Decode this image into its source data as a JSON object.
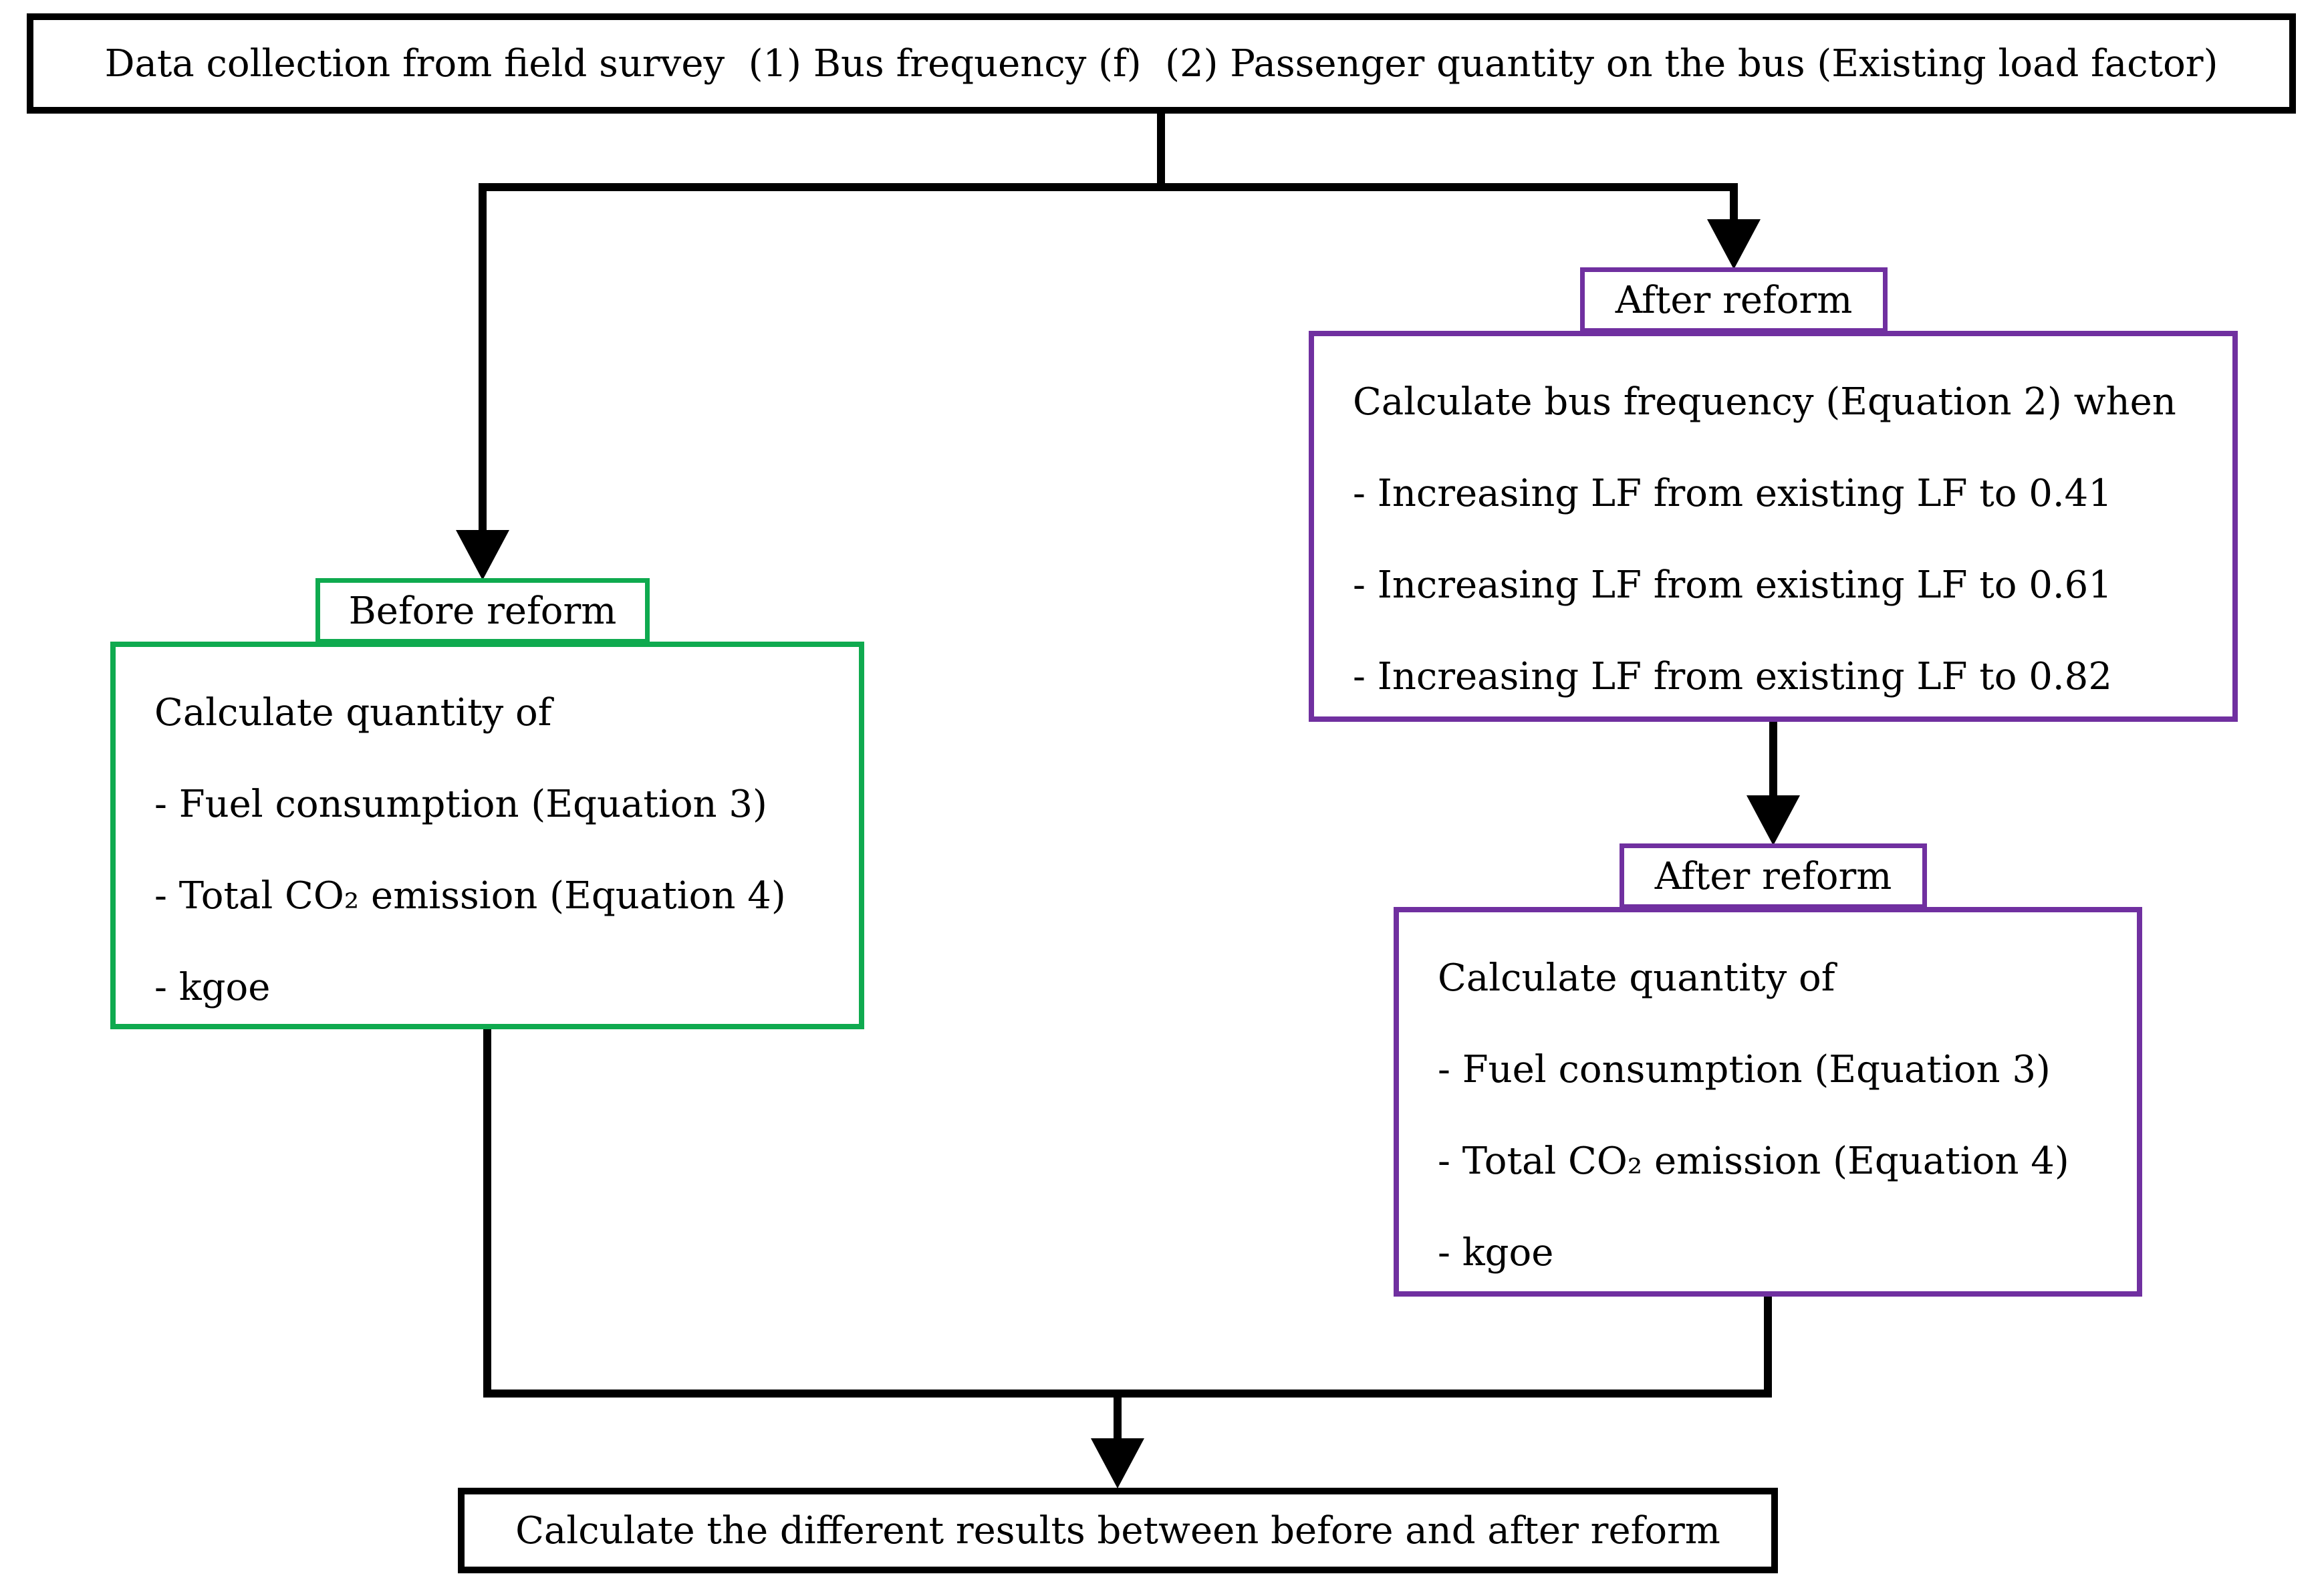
{
  "colors": {
    "line_black": "#000000",
    "before_reform_green": "#0faa4f",
    "after_reform_purple": "#7030a0"
  },
  "top_box": {
    "text": "Data collection from field survey  (1) Bus frequency (f)  (2) Passenger quantity on the bus (Existing load factor)"
  },
  "before_reform": {
    "tab": "Before reform",
    "lines": [
      "Calculate quantity of",
      "- Fuel consumption (Equation 3)",
      "- Total CO₂ emission (Equation 4)",
      "- kgoe"
    ]
  },
  "after_reform_frequency": {
    "tab": "After reform",
    "lines": [
      "Calculate bus frequency (Equation 2) when",
      "- Increasing LF from existing LF to 0.41",
      "- Increasing LF from existing LF to 0.61",
      "- Increasing LF from existing LF to 0.82"
    ]
  },
  "after_reform_quantity": {
    "tab": "After reform",
    "lines": [
      "Calculate quantity of",
      "- Fuel consumption (Equation 3)",
      "- Total CO₂ emission (Equation 4)",
      "- kgoe"
    ]
  },
  "bottom_box": {
    "text": "Calculate the different results between before and after reform"
  }
}
